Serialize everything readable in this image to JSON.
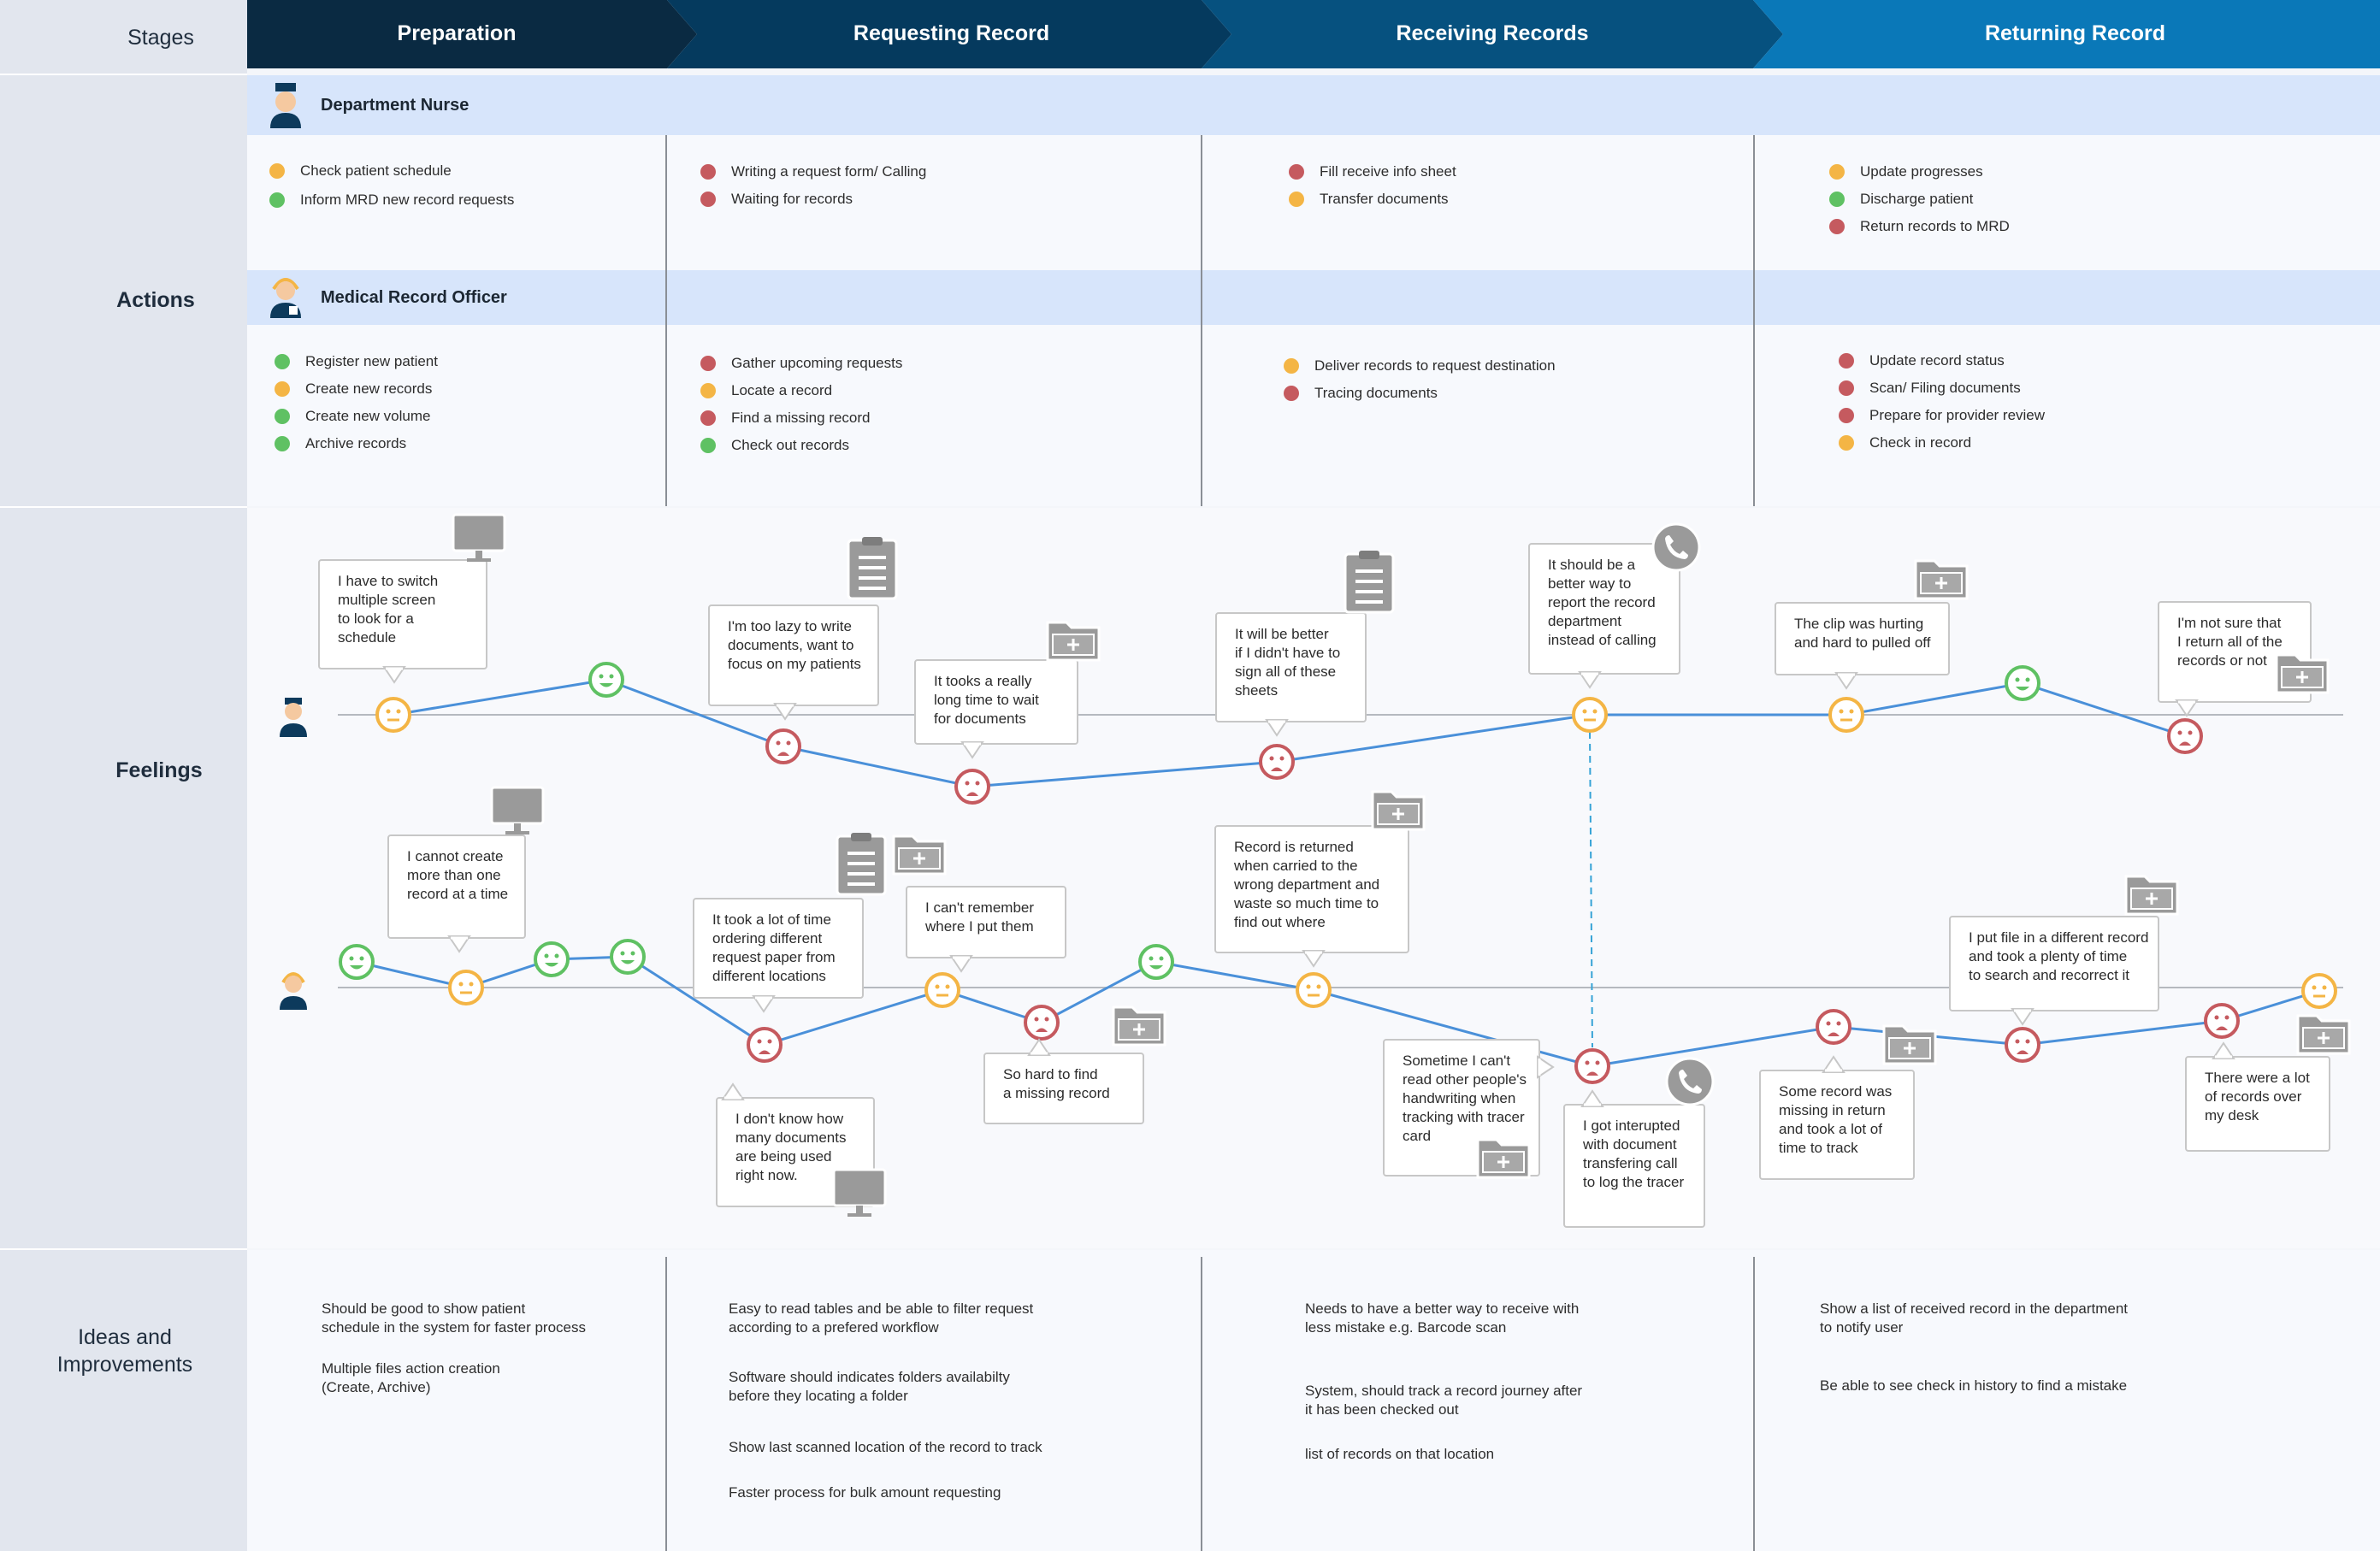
{
  "colors": {
    "orange": "#f4b545",
    "green": "#5fc163",
    "red": "#c55a5f",
    "line": "#4a90d9",
    "dashed": "#36a3d6"
  },
  "rows": {
    "stages": "Stages",
    "actions": "Actions",
    "feelings": "Feelings",
    "ideas_line1": "Ideas and",
    "ideas_line2": "Improvements"
  },
  "stages": [
    "Preparation",
    "Requesting Record",
    "Receiving Records",
    "Returning Record"
  ],
  "roles": {
    "nurse": "Department Nurse",
    "officer": "Medical Record Officer"
  },
  "nurse_actions": [
    [
      {
        "text": "Check patient schedule",
        "status": "orange"
      },
      {
        "text": "Inform MRD new record requests",
        "status": "green"
      }
    ],
    [
      {
        "text": "Writing a request form/ Calling",
        "status": "red"
      },
      {
        "text": "Waiting for records",
        "status": "red"
      }
    ],
    [
      {
        "text": "Fill receive info sheet",
        "status": "red"
      },
      {
        "text": "Transfer documents",
        "status": "orange"
      }
    ],
    [
      {
        "text": "Update progresses",
        "status": "orange"
      },
      {
        "text": "Discharge patient",
        "status": "green"
      },
      {
        "text": "Return records to MRD",
        "status": "red"
      }
    ]
  ],
  "officer_actions": [
    [
      {
        "text": "Register new patient",
        "status": "green"
      },
      {
        "text": "Create new records",
        "status": "orange"
      },
      {
        "text": "Create new volume",
        "status": "green"
      },
      {
        "text": "Archive records",
        "status": "green"
      }
    ],
    [
      {
        "text": "Gather upcoming requests",
        "status": "red"
      },
      {
        "text": "Locate a record",
        "status": "orange"
      },
      {
        "text": "Find a missing record",
        "status": "red"
      },
      {
        "text": "Check out records",
        "status": "green"
      }
    ],
    [
      {
        "text": "Deliver records to request destination",
        "status": "orange"
      },
      {
        "text": "Tracing documents",
        "status": "red"
      }
    ],
    [
      {
        "text": "Update record status",
        "status": "red"
      },
      {
        "text": "Scan/ Filing documents",
        "status": "red"
      },
      {
        "text": "Prepare for provider review",
        "status": "red"
      },
      {
        "text": "Check in record",
        "status": "orange"
      }
    ]
  ],
  "nurse_feelings": [
    "neutral",
    "happy",
    "sad",
    "sad",
    "sad",
    "neutral",
    "neutral",
    "happy",
    "sad"
  ],
  "officer_feelings": [
    "happy",
    "neutral",
    "happy",
    "happy",
    "sad",
    "neutral",
    "sad",
    "happy",
    "neutral",
    "sad",
    "sad",
    "sad",
    "sad",
    "neutral"
  ],
  "nurse_comments": [
    {
      "lines": [
        "I have to switch",
        "multiple screen",
        "to look for a",
        "schedule"
      ],
      "icon": "monitor-icon"
    },
    {
      "lines": [
        "I'm too lazy to write",
        "documents, want to",
        "focus on my patients"
      ],
      "icon": "clipboard-icon"
    },
    {
      "lines": [
        "It tooks a really",
        "long time to wait",
        "for documents"
      ],
      "icon": "folder-icon"
    },
    {
      "lines": [
        "It will be better",
        "if I didn't have to",
        "sign all of these",
        "sheets"
      ],
      "icon": "clipboard-icon"
    },
    {
      "lines": [
        "It should be a",
        "better way to",
        "report the record",
        "department",
        "instead of calling"
      ],
      "icon": "phone-icon"
    },
    {
      "lines": [
        "The clip was hurting",
        "and hard to pulled off"
      ],
      "icon": "folder-icon"
    },
    {
      "lines": [
        "I'm not sure that",
        "I return all of the",
        "records or not"
      ],
      "icon": "folder-icon"
    }
  ],
  "officer_comments": [
    {
      "lines": [
        "I cannot create",
        "more than one",
        "record at a time"
      ],
      "icon": "monitor-icon"
    },
    {
      "lines": [
        "It took a lot of time",
        "ordering different",
        "request paper from",
        "different locations"
      ],
      "icon": "clipboard-icon"
    },
    {
      "lines": [
        "I can't remember",
        "where I put them"
      ],
      "icon": "folder-icon"
    },
    {
      "lines": [
        "I don't know how",
        "many documents",
        "are being used",
        "right now."
      ],
      "icon": "monitor-icon"
    },
    {
      "lines": [
        "So hard to find",
        "a missing record"
      ],
      "icon": "folder-icon"
    },
    {
      "lines": [
        "Record is returned",
        "when carried to the",
        "wrong department and",
        "waste so much time to",
        "find out where"
      ],
      "icon": "folder-icon"
    },
    {
      "lines": [
        "Sometime I can't",
        "read other people's",
        "handwriting when",
        "tracking with tracer",
        "card"
      ],
      "icon": "folder-icon"
    },
    {
      "lines": [
        "I got interupted",
        "with document",
        "transfering call",
        "to log the tracer"
      ],
      "icon": "phone-icon"
    },
    {
      "lines": [
        "Some record was",
        "missing in return",
        "and took a lot of",
        "time to track"
      ],
      "icon": "folder-icon"
    },
    {
      "lines": [
        "I put file in a different record",
        "and took a plenty of time",
        "to search and recorrect it"
      ],
      "icon": "folder-icon"
    },
    {
      "lines": [
        "There were a lot",
        "of records over",
        "my desk"
      ],
      "icon": "folder-icon"
    }
  ],
  "ideas": [
    [
      "Should be good to show patient\nschedule in the system for faster process",
      "Multiple  files action creation\n(Create, Archive)"
    ],
    [
      "Easy to read tables and be able to filter request\naccording to a prefered workflow",
      "Software should indicates folders availabilty\nbefore they locating a folder",
      "Show last scanned location of the record to track",
      "Faster process for bulk amount requesting"
    ],
    [
      "Needs to have a better way to receive with\nless mistake e.g. Barcode scan",
      "System, should track a record journey after\nit has been checked out",
      "list of records on that location"
    ],
    [
      "Show a list of received record in the department\nto notify user",
      "Be able to see check in history to find a mistake"
    ]
  ]
}
